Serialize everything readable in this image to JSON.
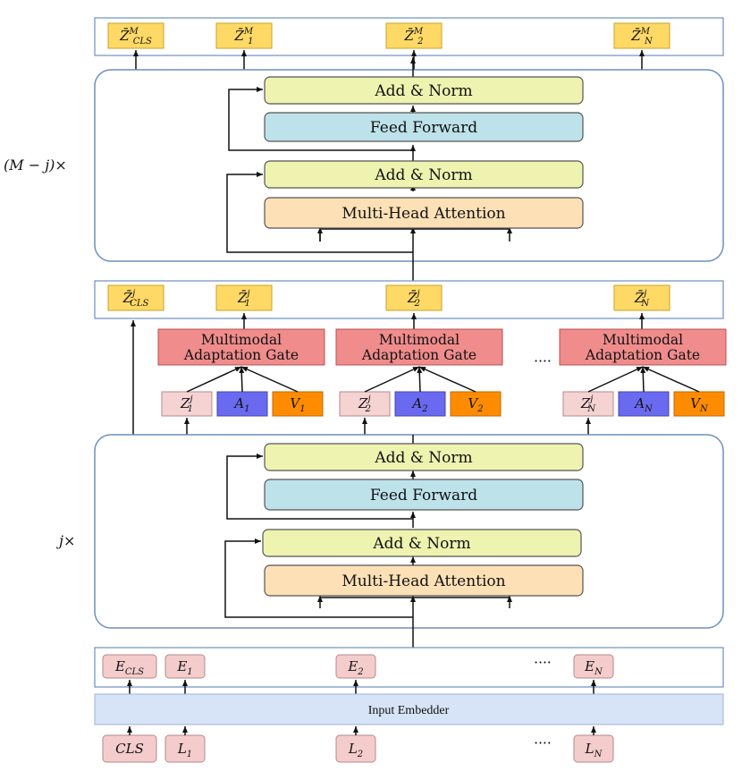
{
  "top_layer_label": "(M − j)×",
  "bottom_layer_label": "j×",
  "blocks": {
    "add_norm": "Add & Norm",
    "feed_forward": "Feed Forward",
    "multi_head_attention": "Multi-Head Attention"
  },
  "top_outputs": [
    {
      "base": "Z̄",
      "sub": "CLS",
      "sup": "M"
    },
    {
      "base": "Z̄",
      "sub": "1",
      "sup": "M"
    },
    {
      "base": "Z̄",
      "sub": "2",
      "sup": "M"
    },
    {
      "base": "Z̄",
      "sub": "N",
      "sup": "M"
    }
  ],
  "mid_outputs": [
    {
      "base": "Z̄",
      "sub": "CLS",
      "sup": "j"
    },
    {
      "base": "Z̄",
      "sub": "1",
      "sup": "j"
    },
    {
      "base": "Z̄",
      "sub": "2",
      "sup": "j"
    },
    {
      "base": "Z̄",
      "sub": "N",
      "sup": "j"
    }
  ],
  "gate": {
    "line1": "Multimodal",
    "line2": "Adaptation Gate"
  },
  "gate_inputs": [
    [
      {
        "base": "Z",
        "sub": "1",
        "sup": "j"
      },
      {
        "base": "A",
        "sub": "1"
      },
      {
        "base": "V",
        "sub": "1"
      }
    ],
    [
      {
        "base": "Z",
        "sub": "2",
        "sup": "j"
      },
      {
        "base": "A",
        "sub": "2"
      },
      {
        "base": "V",
        "sub": "2"
      }
    ],
    [
      {
        "base": "Z",
        "sub": "N",
        "sup": "j"
      },
      {
        "base": "A",
        "sub": "N"
      },
      {
        "base": "V",
        "sub": "N"
      }
    ]
  ],
  "ellipsis": "····",
  "embeddings": [
    {
      "base": "E",
      "sub": "CLS"
    },
    {
      "base": "E",
      "sub": "1"
    },
    {
      "base": "E",
      "sub": "2"
    },
    {
      "base": "E",
      "sub": "N"
    }
  ],
  "input_embedder": "Input Embedder",
  "inputs": [
    {
      "base": "CLS"
    },
    {
      "base": "L",
      "sub": "1"
    },
    {
      "base": "L",
      "sub": "2"
    },
    {
      "base": "L",
      "sub": "N"
    }
  ],
  "colors": {
    "add_norm": "#eef3b0",
    "feed_forward": "#bde2ea",
    "multi_head_attention": "#fde0b6",
    "output_token": "#ffd966",
    "gate": "#f08c8c",
    "z_token": "#f6d3d3",
    "a_token": "#6a6af0",
    "v_token": "#ff8c00",
    "embedding": "#f4cccc",
    "input_embedder": "#d7e3f6"
  }
}
